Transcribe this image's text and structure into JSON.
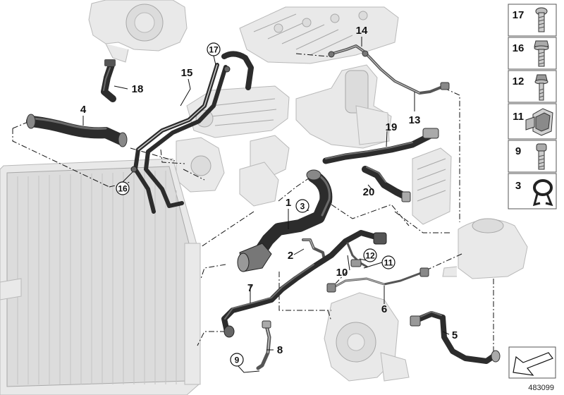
{
  "diagram": {
    "reference_number": "483099",
    "part_callouts": [
      {
        "id": "c1",
        "label": "1",
        "circled": false
      },
      {
        "id": "c2",
        "label": "2",
        "circled": false
      },
      {
        "id": "c3",
        "label": "3",
        "circled": true
      },
      {
        "id": "c4",
        "label": "4",
        "circled": false
      },
      {
        "id": "c5",
        "label": "5",
        "circled": false
      },
      {
        "id": "c6",
        "label": "6",
        "circled": false
      },
      {
        "id": "c7",
        "label": "7",
        "circled": false
      },
      {
        "id": "c8",
        "label": "8",
        "circled": false
      },
      {
        "id": "c9",
        "label": "9",
        "circled": true
      },
      {
        "id": "c10",
        "label": "10",
        "circled": false
      },
      {
        "id": "c11",
        "label": "11",
        "circled": true
      },
      {
        "id": "c12",
        "label": "12",
        "circled": true
      },
      {
        "id": "c13",
        "label": "13",
        "circled": false
      },
      {
        "id": "c14",
        "label": "14",
        "circled": false
      },
      {
        "id": "c15",
        "label": "15",
        "circled": false
      },
      {
        "id": "c16",
        "label": "16",
        "circled": true
      },
      {
        "id": "c17",
        "label": "17",
        "circled": true
      },
      {
        "id": "c18",
        "label": "18",
        "circled": false
      },
      {
        "id": "c19",
        "label": "19",
        "circled": false
      },
      {
        "id": "c20",
        "label": "20",
        "circled": false
      }
    ],
    "legend_items": [
      {
        "label": "17",
        "icon": "bolt-hex-head-icon"
      },
      {
        "label": "16",
        "icon": "bolt-hex-flange-icon"
      },
      {
        "label": "12",
        "icon": "bolt-torx-long-icon"
      },
      {
        "label": "11",
        "icon": "hose-clip-icon"
      },
      {
        "label": "9",
        "icon": "bolt-socket-head-icon"
      },
      {
        "label": "3",
        "icon": "spring-clamp-icon"
      }
    ]
  }
}
